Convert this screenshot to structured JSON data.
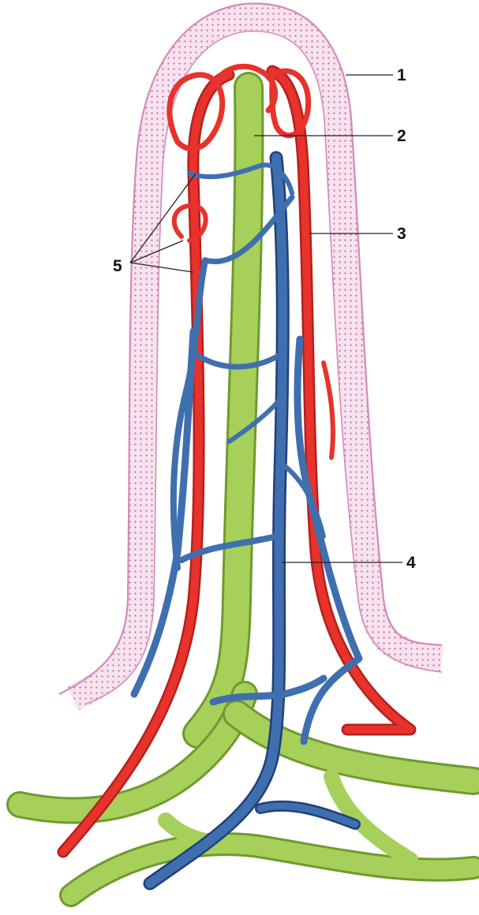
{
  "labels": {
    "l1": "1",
    "l2": "2",
    "l3": "3",
    "l4": "4",
    "l5": "5"
  },
  "colors": {
    "background": "#ffffff",
    "epithelium": "#d48ab8",
    "epithelium_fill": "#f7e3ef",
    "artery": "#e8322c",
    "artery_dark": "#b5201c",
    "vein": "#3f6fae",
    "vein_dark": "#223f7a",
    "lacteal": "#a6d05a",
    "lacteal_dark": "#6f9a2e"
  }
}
